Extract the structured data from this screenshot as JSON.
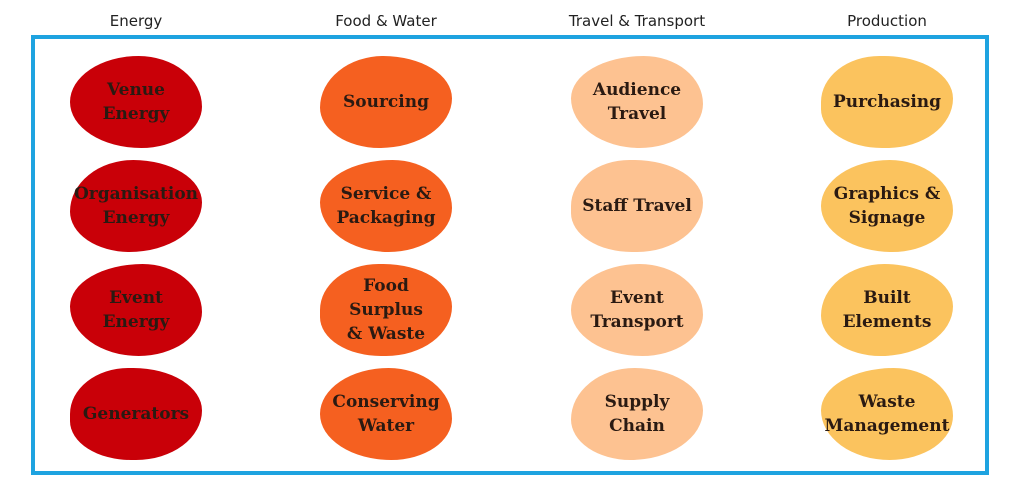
{
  "columns": [
    {
      "header": "Energy",
      "color": "#c90008",
      "items": [
        "Venue Energy",
        "Organisation\nEnergy",
        "Event Energy",
        "Generators"
      ]
    },
    {
      "header": "Food & Water",
      "color": "#f56020",
      "items": [
        "Sourcing",
        "Service &\nPackaging",
        "Food Surplus\n& Waste",
        "Conserving\nWater"
      ]
    },
    {
      "header": "Travel & Transport",
      "color": "#fdc291",
      "items": [
        "Audience\nTravel",
        "Staff Travel",
        "Event\nTransport",
        "Supply Chain"
      ]
    },
    {
      "header": "Production",
      "color": "#fbc35e",
      "items": [
        "Purchasing",
        "Graphics &\nSignage",
        "Built\nElements",
        "Waste\nManagement"
      ]
    }
  ],
  "frame_color": "#1ea3e0"
}
